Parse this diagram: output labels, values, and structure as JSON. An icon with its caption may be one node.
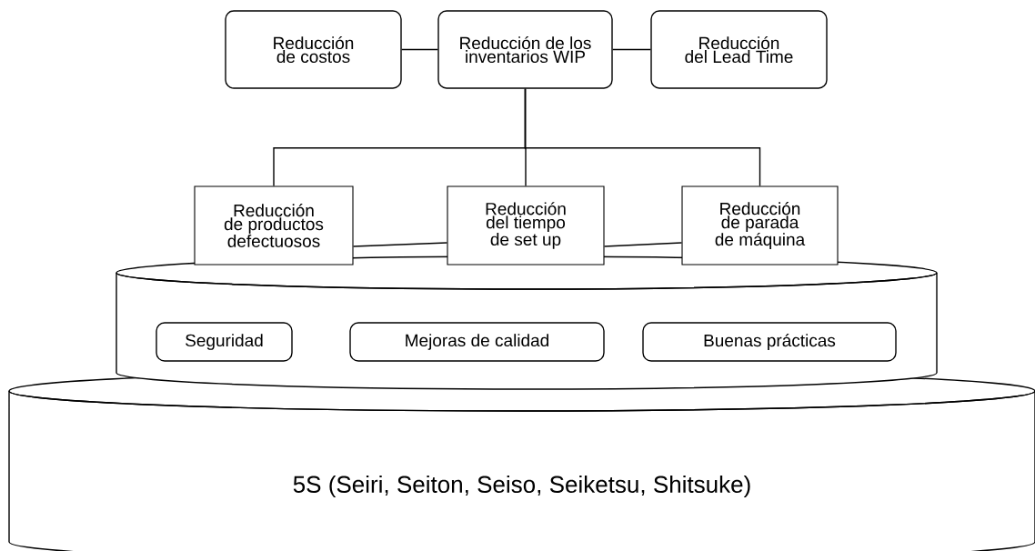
{
  "diagram": {
    "nodes": [
      {
        "text": [
          "Reducción de costos"
        ]
      },
      {
        "text": [
          "Reducción de los inventarios WIP"
        ]
      },
      {
        "text": [
          "Reducción del Lead Time"
        ]
      },
      {
        "text": [
          "Reducción de productos defectuosos"
        ]
      },
      {
        "text": [
          "Reducción del tiempo de set up"
        ]
      },
      {
        "text": [
          "Reducción de parada de máquina"
        ]
      },
      {
        "text": [],
        "shape": "cylinder"
      },
      {
        "text": [
          "Seguridad"
        ],
        "in": 6
      },
      {
        "text": [
          "Mejoras de calidad"
        ],
        "in": 6
      },
      {
        "text": [
          "Buenas prácticas"
        ],
        "in": 6
      },
      {
        "text": [
          "5S (Seiri, Seiton, Seiso,  Seiketsu, Shitsuke)"
        ]
      }
    ],
    "edges": [
      {
        "from": 0,
        "to": 1,
        "arrow": "none"
      },
      {
        "from": 1,
        "to": 2,
        "arrow": "none"
      },
      {
        "from": 1,
        "to": 3,
        "arrow": "none"
      },
      {
        "from": 1,
        "to": 4,
        "arrow": "none"
      },
      {
        "from": 1,
        "to": 5,
        "arrow": "none"
      },
      {
        "from": 3,
        "to": 4,
        "arrow": "none"
      },
      {
        "from": 4,
        "to": 5,
        "arrow": "none"
      }
    ]
  }
}
